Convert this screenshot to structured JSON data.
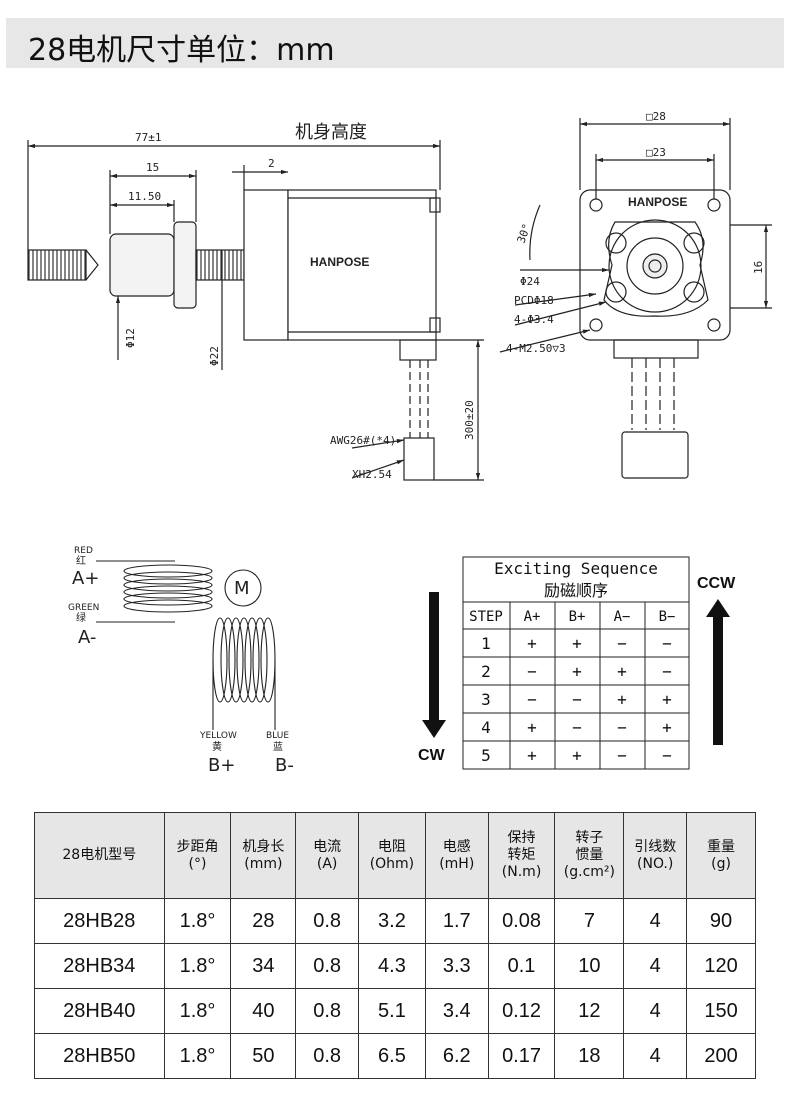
{
  "header": {
    "title": "28电机尺寸单位：mm"
  },
  "drawing": {
    "dim_length": "77±1",
    "dim_15": "15",
    "dim_11_50": "11.50",
    "dim_2": "2",
    "body_height_label": "机身高度",
    "brand": "HANPOSE",
    "dim_phi12": "Φ12",
    "dim_phi22": "Φ22",
    "dim_300": "300±20",
    "wire_label": "AWG26#(*4)",
    "connector_label": "XH2.54",
    "dim_sq28": "□28",
    "dim_sq23": "□23",
    "angle_30": "30°",
    "dim_phi24": "Φ24",
    "dim_pcd": "PCDΦ18",
    "dim_holes": "4-Φ3.4",
    "dim_16": "16",
    "dim_m2": "4-M2.50▽3"
  },
  "wiring": {
    "red_en": "RED",
    "red_cn": "红",
    "a_plus": "A+",
    "green_en": "GREEN",
    "green_cn": "绿",
    "a_minus": "A-",
    "motor": "M",
    "yellow_en": "YELLOW",
    "yellow_cn": "黄",
    "b_plus": "B+",
    "blue_en": "BLUE",
    "blue_cn": "蓝",
    "b_minus": "B-",
    "cw": "CW",
    "ccw": "CCW"
  },
  "sequence": {
    "title_en": "Exciting Sequence",
    "title_cn": "励磁顺序",
    "headers": [
      "STEP",
      "A+",
      "B+",
      "A−",
      "B−"
    ],
    "rows": [
      [
        "1",
        "+",
        "+",
        "−",
        "−"
      ],
      [
        "2",
        "−",
        "+",
        "+",
        "−"
      ],
      [
        "3",
        "−",
        "−",
        "+",
        "+"
      ],
      [
        "4",
        "+",
        "−",
        "−",
        "+"
      ],
      [
        "5",
        "+",
        "+",
        "−",
        "−"
      ]
    ]
  },
  "specs": {
    "headers": [
      [
        "28电机型号"
      ],
      [
        "步距角",
        "(°)"
      ],
      [
        "机身长",
        "(mm)"
      ],
      [
        "电流",
        "(A)"
      ],
      [
        "电阻",
        "(Ohm)"
      ],
      [
        "电感",
        "(mH)"
      ],
      [
        "保持",
        "转矩",
        "(N.m)"
      ],
      [
        "转子",
        "惯量",
        "(g.cm²)"
      ],
      [
        "引线数",
        "(NO.)"
      ],
      [
        "重量",
        "(g)"
      ]
    ],
    "rows": [
      [
        "28HB28",
        "1.8°",
        "28",
        "0.8",
        "3.2",
        "1.7",
        "0.08",
        "7",
        "4",
        "90"
      ],
      [
        "28HB34",
        "1.8°",
        "34",
        "0.8",
        "4.3",
        "3.3",
        "0.1",
        "10",
        "4",
        "120"
      ],
      [
        "28HB40",
        "1.8°",
        "40",
        "0.8",
        "5.1",
        "3.4",
        "0.12",
        "12",
        "4",
        "150"
      ],
      [
        "28HB50",
        "1.8°",
        "50",
        "0.8",
        "6.5",
        "6.2",
        "0.17",
        "18",
        "4",
        "200"
      ]
    ]
  }
}
